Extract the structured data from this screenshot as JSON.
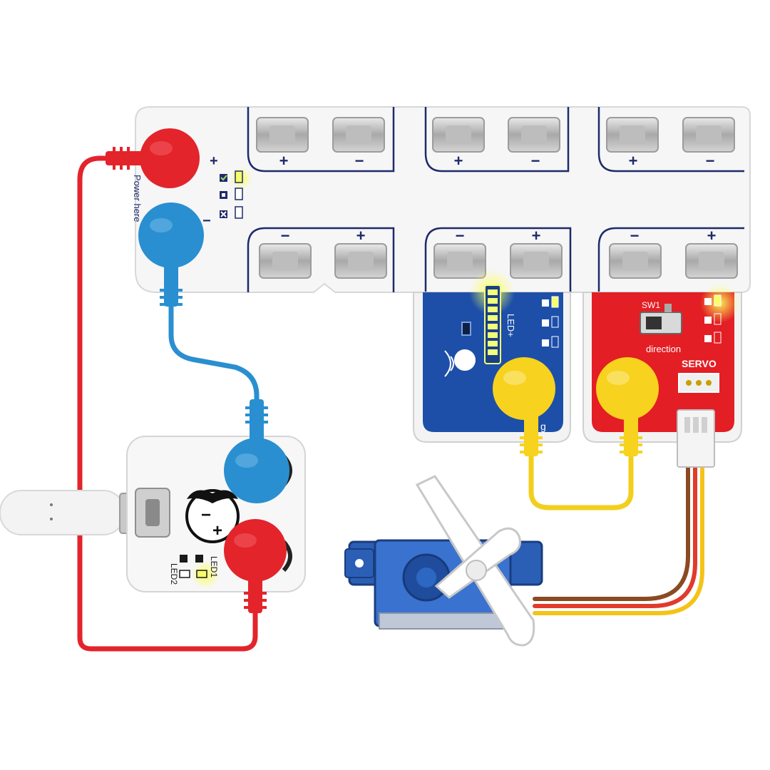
{
  "power_board": {
    "vertical_label": "Power here",
    "plus": "+",
    "minus": "−",
    "top_pad_signs": [
      "+",
      "−",
      "+",
      "−",
      "+",
      "−"
    ],
    "bottom_pad_signs": [
      "−",
      "+",
      "−",
      "+",
      "−",
      "+"
    ]
  },
  "led_module": {
    "label": "LED+",
    "corner_mark": "g"
  },
  "servo_module": {
    "switch_label": "SW1",
    "direction_label": "direction",
    "servo_label": "SERVO"
  },
  "usb_module": {
    "led1_label": "LED1",
    "led2_label": "LED2",
    "face_minus": "−",
    "face_plus": "+"
  },
  "colors": {
    "red_lead": "#e3242b",
    "blue_lead": "#2a8fd0",
    "yellow_lead": "#f7d21e",
    "led_board": "#1d4fa8",
    "servo_board": "#e31e24",
    "servo_motor": "#2b5fb5"
  }
}
